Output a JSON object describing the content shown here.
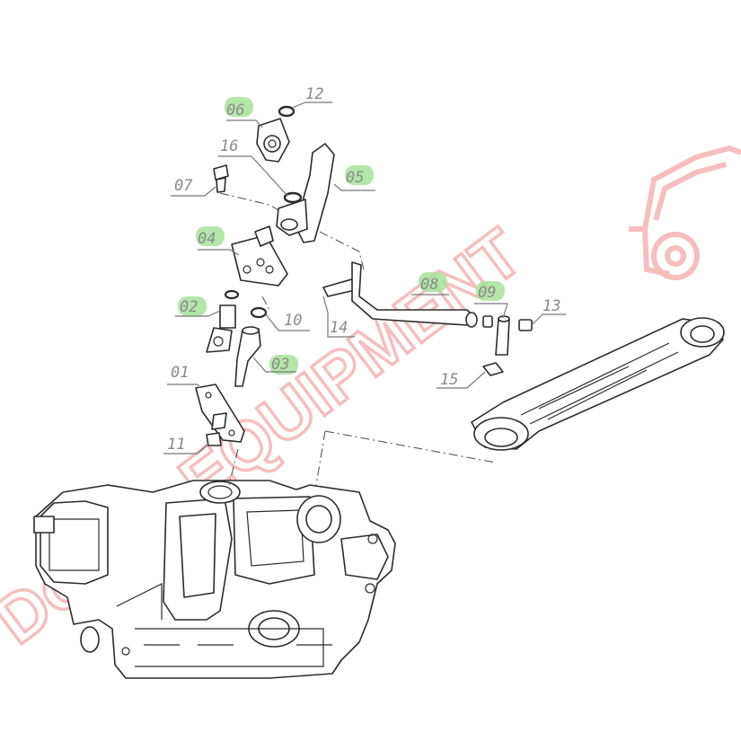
{
  "diagram": {
    "callouts": [
      {
        "id": "01",
        "label": "01"
      },
      {
        "id": "02",
        "label": "02",
        "highlighted": true
      },
      {
        "id": "03",
        "label": "03",
        "highlighted": true
      },
      {
        "id": "04",
        "label": "04",
        "highlighted": true
      },
      {
        "id": "05",
        "label": "05",
        "highlighted": true
      },
      {
        "id": "06",
        "label": "06",
        "highlighted": true
      },
      {
        "id": "07",
        "label": "07"
      },
      {
        "id": "08",
        "label": "08",
        "highlighted": true
      },
      {
        "id": "09",
        "label": "09",
        "highlighted": true
      },
      {
        "id": "10",
        "label": "10"
      },
      {
        "id": "11",
        "label": "11"
      },
      {
        "id": "12",
        "label": "12"
      },
      {
        "id": "13",
        "label": "13"
      },
      {
        "id": "14",
        "label": "14"
      },
      {
        "id": "15",
        "label": "15"
      },
      {
        "id": "16",
        "label": "16"
      }
    ],
    "highlight_color": "#a6e39a",
    "line_color": "#2b2b2b"
  },
  "watermark": {
    "text": "Dobbs EQUIPMENT",
    "color": "#f08a8a",
    "icon": "truck-icon"
  }
}
